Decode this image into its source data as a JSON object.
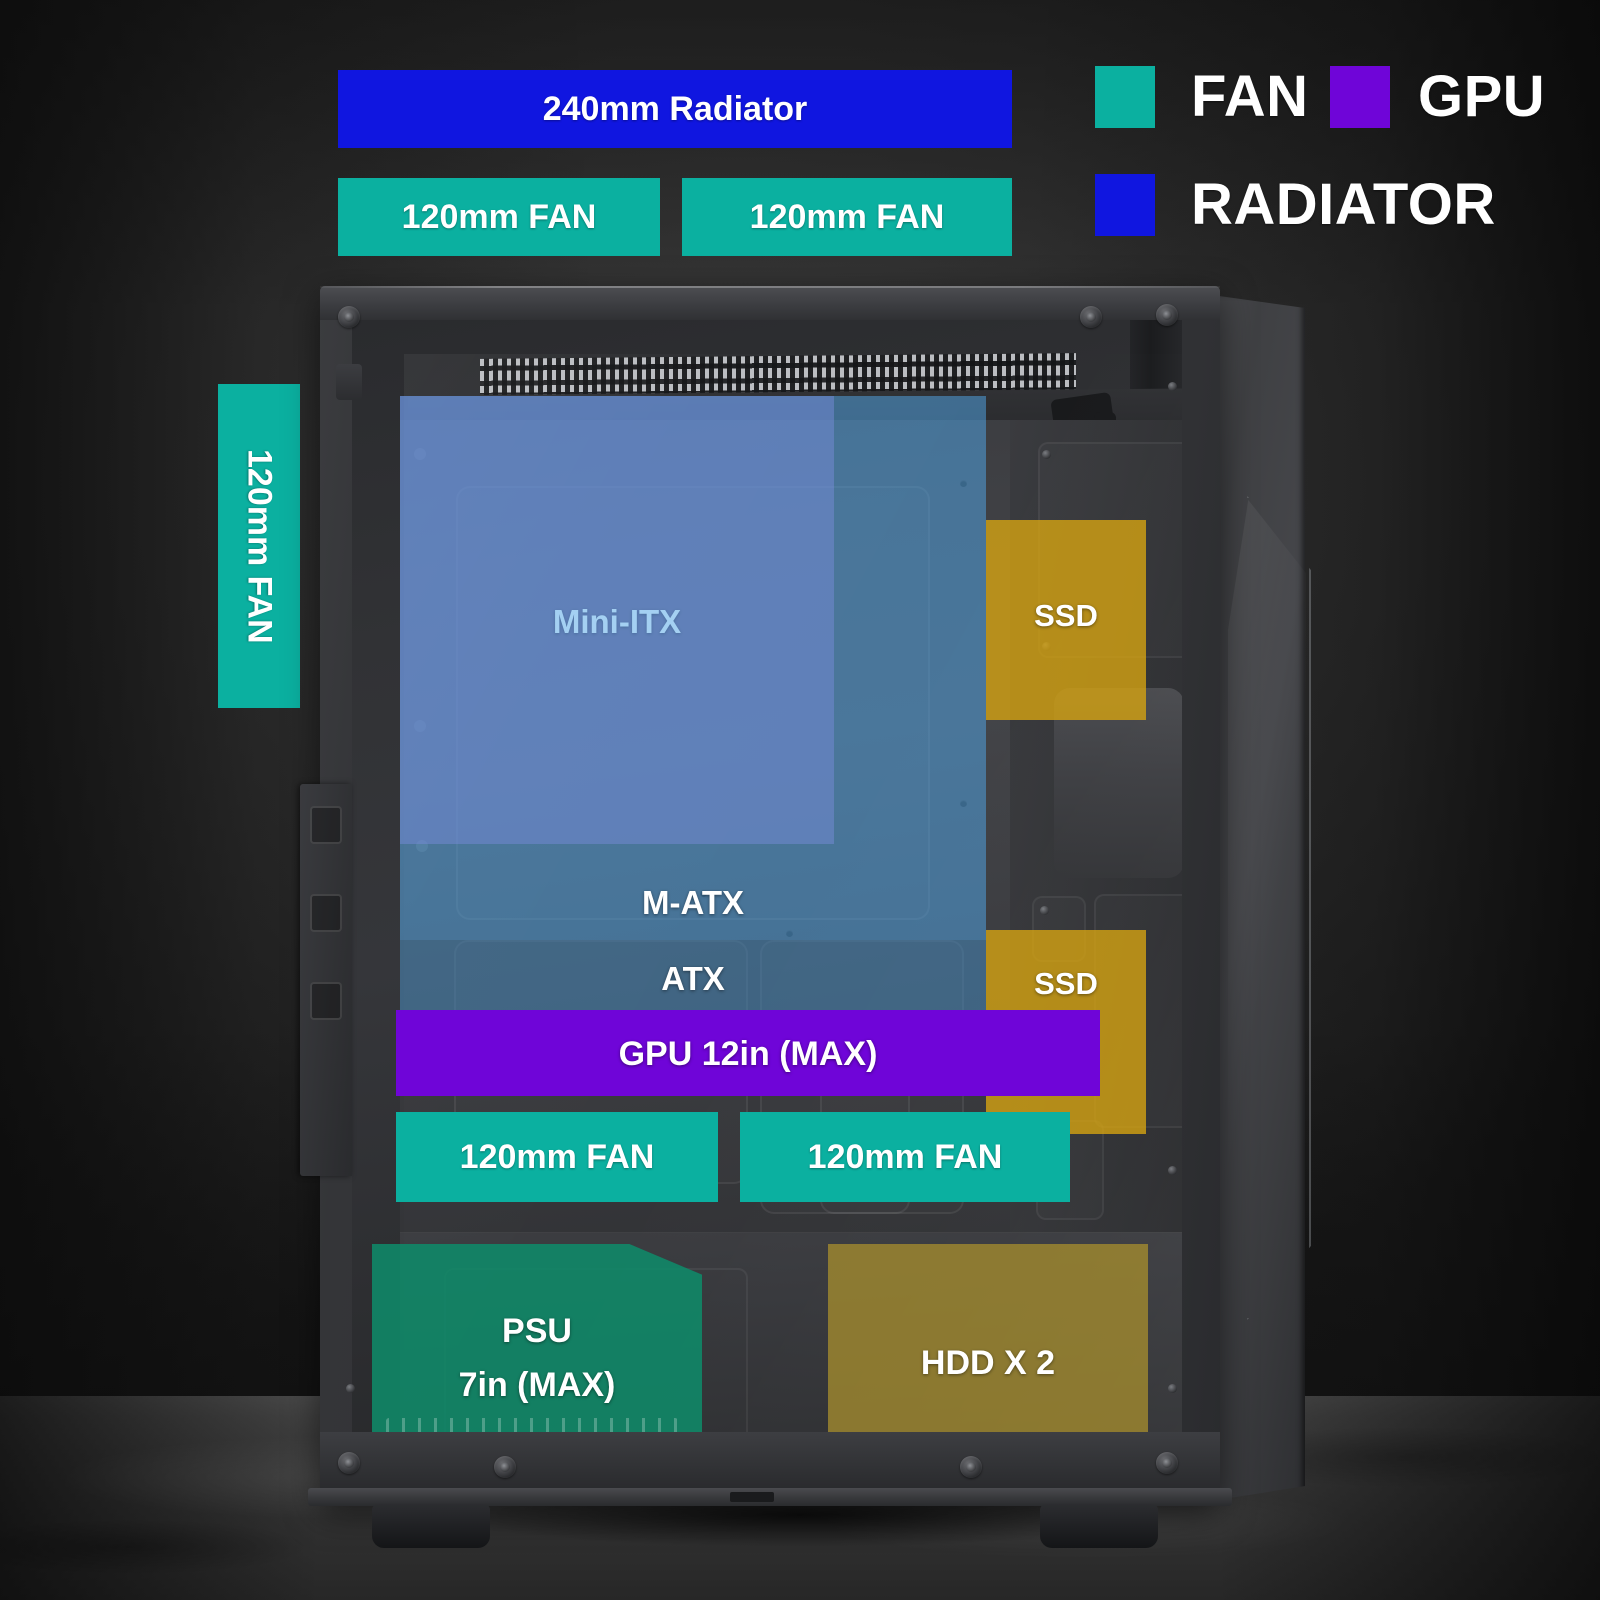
{
  "legend": {
    "items": [
      {
        "label": "FAN",
        "color": "#0bb0a0"
      },
      {
        "label": "GPU",
        "color": "#6f05d8"
      },
      {
        "label": "RADIATOR",
        "color": "#1016e0"
      }
    ]
  },
  "callouts": {
    "top_radiator": {
      "label": "240mm Radiator",
      "color": "#1016e0"
    },
    "top_fan_left": {
      "label": "120mm FAN",
      "color": "#0bb0a0"
    },
    "top_fan_right": {
      "label": "120mm FAN",
      "color": "#0bb0a0"
    },
    "side_fan": {
      "label": "120mm FAN",
      "color": "#0bb0a0"
    },
    "bottom_fan_left": {
      "label": "120mm FAN",
      "color": "#0bb0a0"
    },
    "bottom_fan_right": {
      "label": "120mm FAN",
      "color": "#0bb0a0"
    }
  },
  "overlays": {
    "mini_itx": {
      "label": "Mini-ITX",
      "color": "#8b6ba8"
    },
    "m_atx": {
      "label": "M-ATX",
      "color": "#5ba8e0"
    },
    "atx": {
      "label": "ATX",
      "color": "#5f93bb"
    },
    "gpu": {
      "label": "GPU 12in (MAX)",
      "color": "#6f05d8"
    },
    "ssd_top": {
      "label": "SSD",
      "color": "#c9a11e"
    },
    "ssd_bottom": {
      "label": "SSD",
      "color": "#c9a11e"
    },
    "psu": {
      "label_line1": "PSU",
      "label_line2": "7in (MAX)",
      "color": "#0f8a6a"
    },
    "hdd": {
      "label": "HDD X 2",
      "color": "#9a8530"
    }
  }
}
